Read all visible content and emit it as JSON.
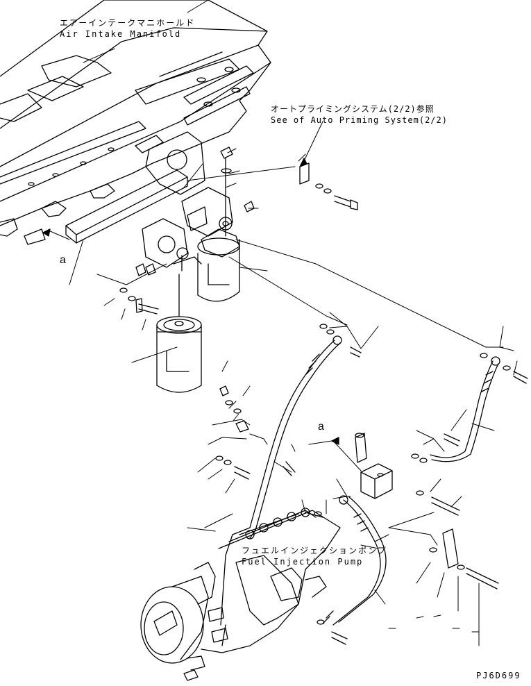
{
  "labels": {
    "manifold_jp": "エアーインテークマニホールド",
    "manifold_en": "Air Intake Manifold",
    "priming_jp": "オートプライミングシステム(2/2)参照",
    "priming_en": "See of Auto Priming System(2/2)",
    "pump_jp": "フュエルインジェクションポンプ",
    "pump_en": "Fuel Injection Pump",
    "ref_a1": "a",
    "ref_a2": "a",
    "code": "PJ6D699"
  },
  "colors": {
    "ink": "#000000",
    "paper": "#ffffff"
  }
}
